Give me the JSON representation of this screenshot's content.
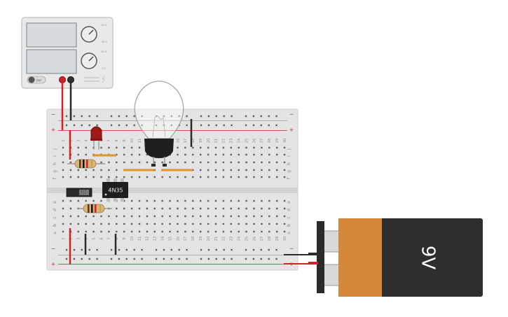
{
  "power_supply": {
    "button_label": "pwr",
    "knob1_top": "10 V",
    "knob1_right": "30 V",
    "knob2_top": "10 A",
    "knob2_right": "3 A"
  },
  "breadboard": {
    "rail_plus": "+",
    "rail_minus": "−",
    "row_letters_top": [
      "j",
      "i",
      "h",
      "g",
      "f"
    ],
    "row_letters_bottom": [
      "e",
      "d",
      "c",
      "b",
      "a"
    ],
    "columns": [
      "1",
      "2",
      "3",
      "4",
      "5",
      "6",
      "7",
      "8",
      "9",
      "10",
      "11",
      "12",
      "13",
      "14",
      "15",
      "16",
      "17",
      "18",
      "19",
      "20",
      "21",
      "22",
      "23",
      "24",
      "25",
      "26",
      "27",
      "28",
      "29",
      "30"
    ]
  },
  "optocoupler": {
    "label": "4N35"
  },
  "battery": {
    "label": "9V"
  },
  "colors": {
    "wire_red": "#d0202a",
    "wire_black": "#2a2a2a",
    "board": "#e4e4e4",
    "battery_body": "#2e2e2e",
    "battery_label": "#d4883a",
    "led": "#a01818",
    "jumper": "#e0952c"
  }
}
